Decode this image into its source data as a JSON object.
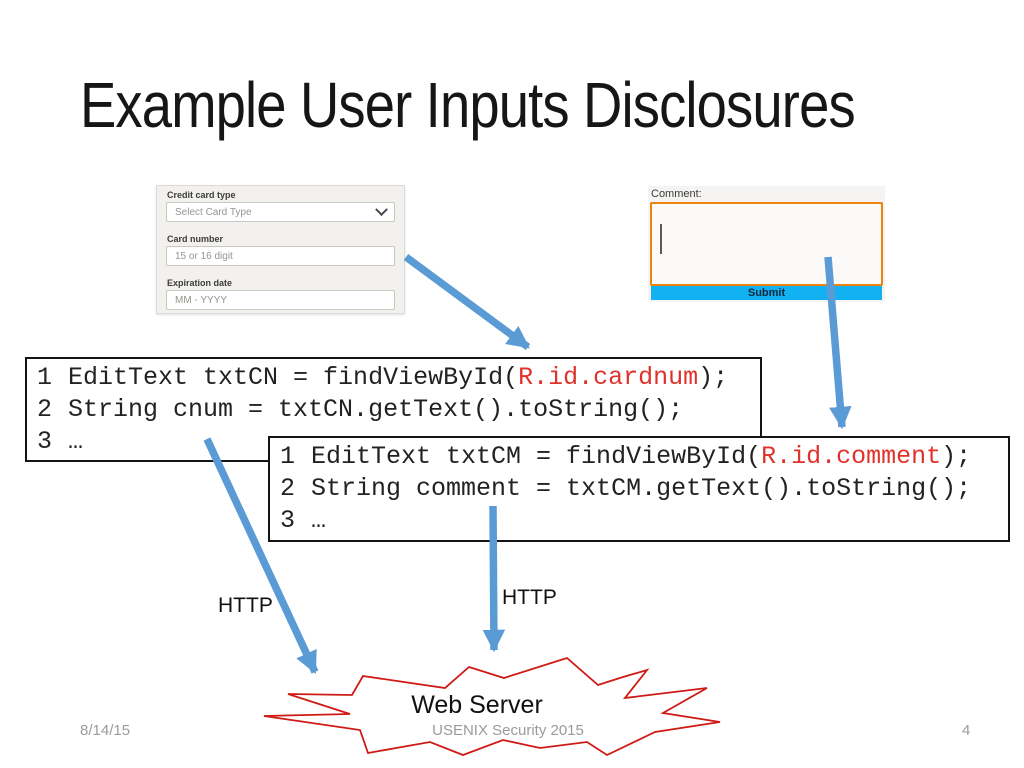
{
  "slide": {
    "title": "Example User Inputs Disclosures",
    "footer": {
      "date": "8/14/15",
      "center": "USENIX Security 2015",
      "page": "4"
    }
  },
  "card_form": {
    "fields": [
      {
        "label": "Credit card type",
        "value": "Select Card Type",
        "type": "select"
      },
      {
        "label": "Card number",
        "placeholder": "15 or 16 digit",
        "type": "text"
      },
      {
        "label": "Expiration date",
        "placeholder": "MM - YYYY",
        "type": "text"
      }
    ],
    "icons": {
      "dropdown": "chevron-down-icon"
    }
  },
  "comment_form": {
    "label": "Comment:",
    "submit_label": "Submit"
  },
  "code_blocks": [
    {
      "lines": [
        {
          "num": "1",
          "pre": "EditText txtCN = findViewById(",
          "highlight": "R.id.cardnum",
          "post": ");"
        },
        {
          "num": "2",
          "pre": "String cnum = txtCN.getText().toString();",
          "highlight": "",
          "post": ""
        },
        {
          "num": "3",
          "pre": "…",
          "highlight": "",
          "post": ""
        }
      ]
    },
    {
      "lines": [
        {
          "num": "1",
          "pre": "EditText txtCM = findViewById(",
          "highlight": "R.id.comment",
          "post": ");"
        },
        {
          "num": "2",
          "pre": "String comment = txtCM.getText().toString();",
          "highlight": "",
          "post": ""
        },
        {
          "num": "3",
          "pre": "…",
          "highlight": "",
          "post": ""
        }
      ]
    }
  ],
  "labels": {
    "http_left": "HTTP",
    "http_center": "HTTP",
    "web_server": "Web Server"
  },
  "colors": {
    "arrow": "#5b9bd5",
    "code_highlight": "#e0312a",
    "starburst": "#cf1a15",
    "submit_bg": "#12b1f1",
    "comment_border": "#ee8310"
  }
}
